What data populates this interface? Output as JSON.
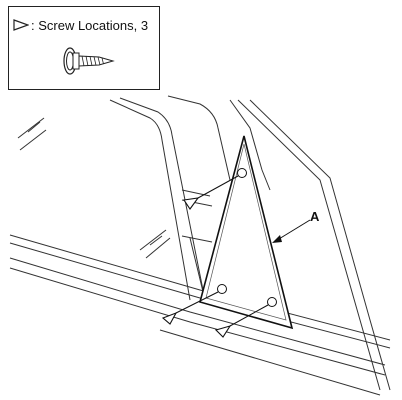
{
  "legend": {
    "text": ": Screw Locations, 3",
    "marker_icon": "open-triangle-marker-icon",
    "fastener_icon": "flange-screw-icon"
  },
  "callouts": {
    "part_label": "A"
  },
  "markers": {
    "screw_location_markers": 3
  }
}
